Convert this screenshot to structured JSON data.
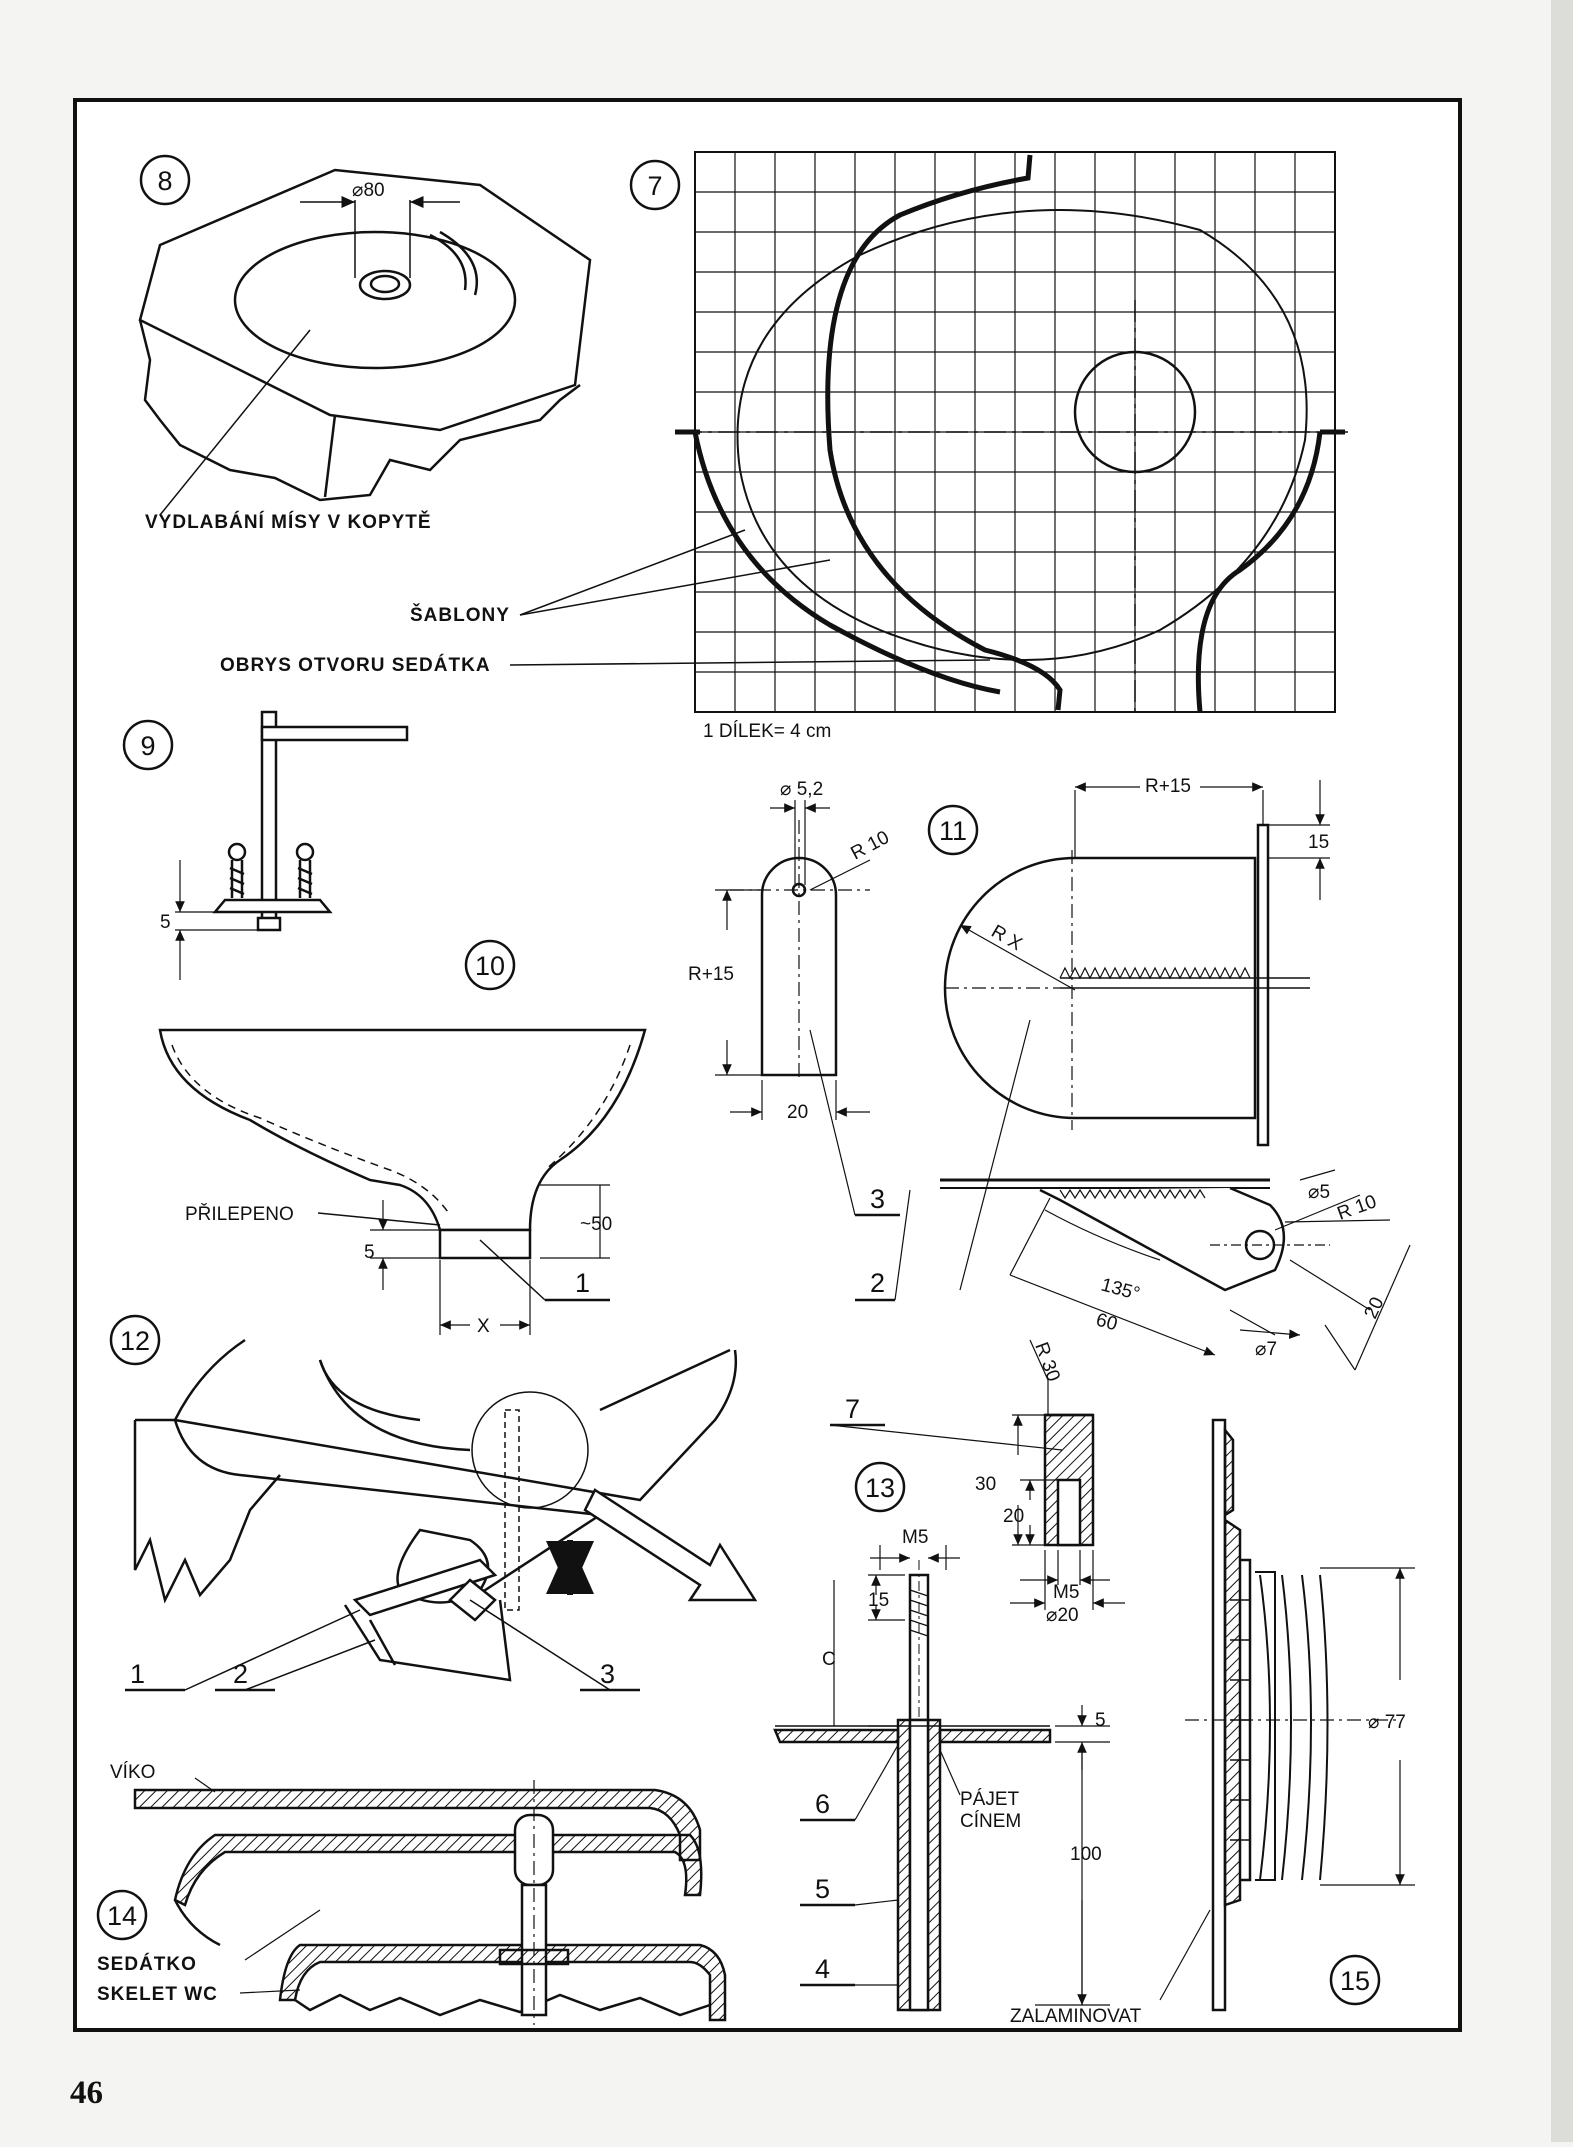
{
  "page_number": "46",
  "labels": {
    "vydlabani": "VYDLABÁNÍ  MÍSY  V  KOPYTĚ",
    "sablony": "ŠABLONY",
    "obrys": "OBRYS  OTVORU  SEDÁTKA",
    "dilek": "1 DÍLEK= 4 cm",
    "prilepeno": "PŘILEPENO",
    "viko": "VÍKO",
    "sedatko": "SEDÁTKO",
    "skelet": "SKELET  WC",
    "pajet": "PÁJET",
    "cinem": "CÍNEM",
    "zalaminovat": "ZALAMINOVAT"
  },
  "figures": {
    "f7": "7",
    "f8": "8",
    "f9": "9",
    "f10": "10",
    "f11": "11",
    "f12": "12",
    "f13": "13",
    "f14": "14",
    "f15": "15"
  },
  "dims": {
    "d80": "⌀80",
    "d52": "⌀ 5,2",
    "r10a": "R 10",
    "r15a": "R+15",
    "w20": "20",
    "r15b": "R+15",
    "h15": "15",
    "rx": "R X",
    "d5": "⌀5",
    "r10b": "R 10",
    "a135": "135°",
    "l60": "60",
    "d7": "⌀7",
    "l20": "20",
    "five9": "5",
    "five10": "5",
    "h50": "~50",
    "x10": "X",
    "r30": "R 30",
    "h30": "30",
    "h20": "20",
    "m5a": "M5",
    "m5b": "M5",
    "d20": "⌀20",
    "h15b": "15",
    "c": "C",
    "five13": "5",
    "h100": "100",
    "d77": "⌀ 77"
  },
  "parts": {
    "p1_10": "1",
    "p2_11": "2",
    "p3_11": "3",
    "p1_12": "1",
    "p2_12": "2",
    "p3_12": "3",
    "p7_13": "7",
    "p6_13": "6",
    "p5_13": "5",
    "p4_13": "4"
  }
}
